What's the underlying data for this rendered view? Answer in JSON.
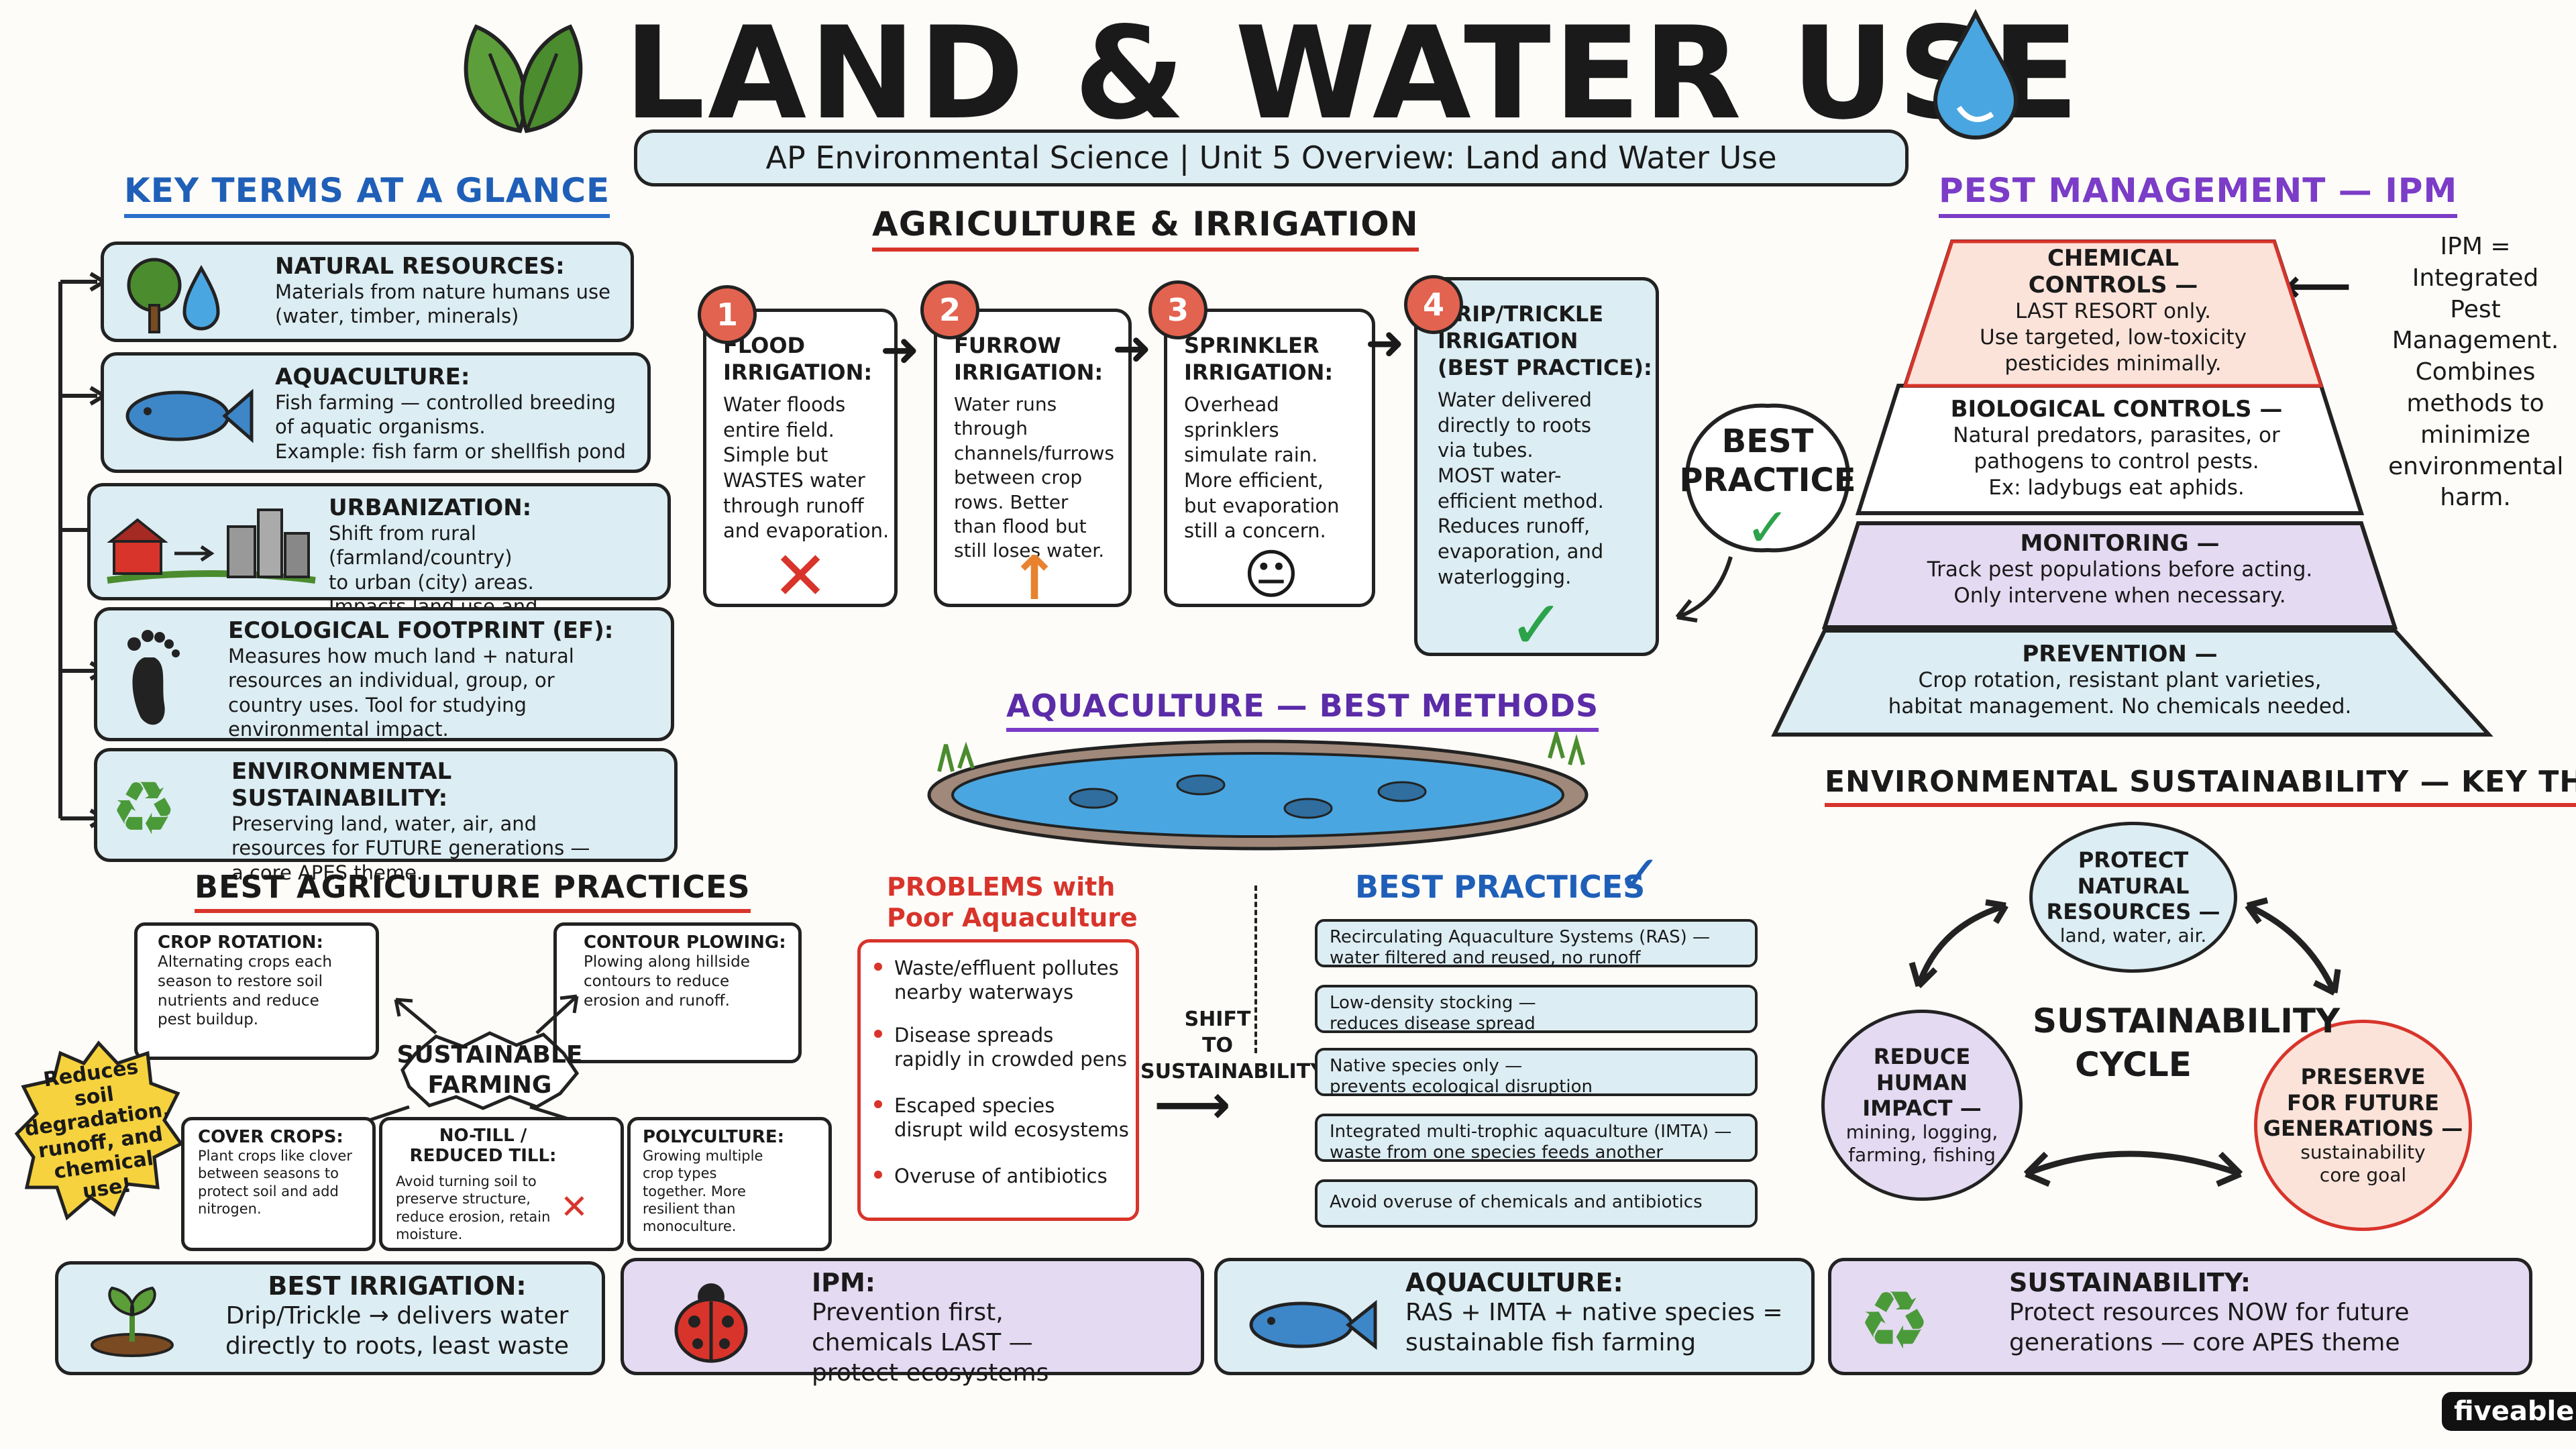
{
  "header": {
    "title": "LAND & WATER USE",
    "subtitle": "AP Environmental Science | Unit 5 Overview: Land and Water Use"
  },
  "key_terms": {
    "heading": "KEY TERMS AT A GLANCE",
    "items": [
      {
        "title": "NATURAL RESOURCES:",
        "desc": "Materials from nature humans use\n(water, timber, minerals)"
      },
      {
        "title": "AQUACULTURE:",
        "desc": "Fish farming — controlled breeding\nof aquatic organisms.\nExample: fish farm or shellfish pond"
      },
      {
        "title": "URBANIZATION:",
        "desc": "Shift from rural (farmland/country)\nto urban (city) areas.\nImpacts land use and ecosystems."
      },
      {
        "title": "ECOLOGICAL FOOTPRINT (EF):",
        "desc": "Measures how much land + natural\nresources an individual, group, or\ncountry uses. Tool for studying\nenvironmental impact."
      },
      {
        "title": "ENVIRONMENTAL SUSTAINABILITY:",
        "desc": "Preserving land, water, air, and\nresources for FUTURE generations —\na core APES theme."
      }
    ]
  },
  "irrigation": {
    "heading": "AGRICULTURE & IRRIGATION",
    "items": [
      {
        "num": "1",
        "title": "FLOOD\nIRRIGATION:",
        "desc": "Water floods\nentire field.\nSimple but\nWASTES water\nthrough runoff\nand evaporation.",
        "mark": "✕"
      },
      {
        "num": "2",
        "title": "FURROW\nIRRIGATION:",
        "desc": "Water runs\nthrough\nchannels/furrows\nbetween crop\nrows. Better\nthan flood but\nstill loses water.",
        "mark": "↑"
      },
      {
        "num": "3",
        "title": "SPRINKLER\nIRRIGATION:",
        "desc": "Overhead\nsprinklers\nsimulate rain.\nMore efficient,\nbut evaporation\nstill a concern.",
        "mark": "😐"
      },
      {
        "num": "4",
        "title": "DRIP/TRICKLE\nIRRIGATION\n(BEST PRACTICE):",
        "desc": "Water delivered\ndirectly to roots\nvia tubes.\nMOST water-\nefficient method.\nReduces runoff,\nevaporation, and\nwaterlogging.",
        "mark": "✓"
      }
    ],
    "badge": "BEST\nPRACTICE",
    "badge_mark": "✓"
  },
  "aquaculture": {
    "heading": "AQUACULTURE — BEST METHODS",
    "problems_title": "PROBLEMS with\nPoor Aquaculture",
    "problems": [
      "Waste/effluent pollutes\nnearby waterways",
      "Disease spreads\nrapidly in crowded pens",
      "Escaped species\ndisrupt wild ecosystems",
      "Overuse of antibiotics"
    ],
    "shift": "SHIFT\nTO\nSUSTAINABILITY",
    "best_title": "BEST PRACTICES",
    "best_mark": "✓",
    "best": [
      "Recirculating Aquaculture Systems (RAS) —\nwater filtered and reused, no runoff",
      "Low-density stocking —\nreduces disease spread",
      "Native species only —\nprevents ecological disruption",
      "Integrated multi-trophic aquaculture (IMTA) —\nwaste from one species feeds another",
      "Avoid overuse of chemicals and antibiotics"
    ]
  },
  "agri_practices": {
    "heading": "BEST AGRICULTURE PRACTICES",
    "center": "SUSTAINABLE\nFARMING",
    "badge": "Reduces\nsoil\ndegradation,\nrunoff, and\nchemical\nuse!",
    "items": [
      {
        "title": "CROP ROTATION:",
        "desc": "Alternating crops each\nseason to restore soil\nnutrients and reduce\npest buildup."
      },
      {
        "title": "CONTOUR PLOWING:",
        "desc": "Plowing along hillside\ncontours to reduce\nerosion and runoff."
      },
      {
        "title": "COVER CROPS:",
        "desc": "Plant crops like clover\nbetween seasons to\nprotect soil and add\nnitrogen."
      },
      {
        "title": "NO-TILL /\nREDUCED TILL:",
        "desc": "Avoid turning soil to\npreserve structure,\nreduce erosion, retain\nmoisture."
      },
      {
        "title": "POLYCULTURE:",
        "desc": "Growing multiple\ncrop types\ntogether. More\nresilient than\nmonoculture."
      }
    ]
  },
  "ipm": {
    "heading": "PEST MANAGEMENT — IPM",
    "definition": "IPM =\nIntegrated\nPest\nManagement.\nCombines\nmethods to\nminimize\nenvironmental\nharm.",
    "levels": [
      {
        "title": "CHEMICAL\nCONTROLS —",
        "desc": "LAST RESORT only.\nUse targeted, low-toxicity\npesticides minimally."
      },
      {
        "title": "BIOLOGICAL CONTROLS —",
        "desc": "Natural predators, parasites, or\npathogens to control pests.\nEx: ladybugs eat aphids."
      },
      {
        "title": "MONITORING —",
        "desc": "Track pest populations before acting.\nOnly intervene when necessary."
      },
      {
        "title": "PREVENTION —",
        "desc": "Crop rotation, resistant plant varieties,\nhabitat management. No chemicals needed."
      }
    ]
  },
  "sustainability": {
    "heading": "ENVIRONMENTAL SUSTAINABILITY — KEY THEMES",
    "center": "SUSTAINABILITY\nCYCLE",
    "nodes": [
      {
        "title": "PROTECT\nNATURAL\nRESOURCES —",
        "desc": "land, water, air."
      },
      {
        "title": "PRESERVE\nFOR FUTURE\nGENERATIONS —",
        "desc": "sustainability\ncore goal"
      },
      {
        "title": "REDUCE\nHUMAN\nIMPACT —",
        "desc": "mining, logging,\nfarming, fishing"
      }
    ]
  },
  "summary": [
    {
      "title": "BEST IRRIGATION:",
      "desc": "Drip/Trickle → delivers water\ndirectly to roots, least waste"
    },
    {
      "title": "IPM:",
      "desc": "Prevention first,\nchemicals LAST —\nprotect ecosystems"
    },
    {
      "title": "AQUACULTURE:",
      "desc": "RAS + IMTA + native species =\nsustainable fish farming"
    },
    {
      "title": "SUSTAINABILITY:",
      "desc": "Protect resources NOW for future\ngenerations — core APES theme"
    }
  ],
  "brand": "fiveable",
  "colors": {
    "accent_blue": "#2a6fc9",
    "accent_red": "#d8342b",
    "accent_purple": "#7b3cc7",
    "box_blue": "#dcedf3",
    "box_purple": "#e4daf2"
  }
}
